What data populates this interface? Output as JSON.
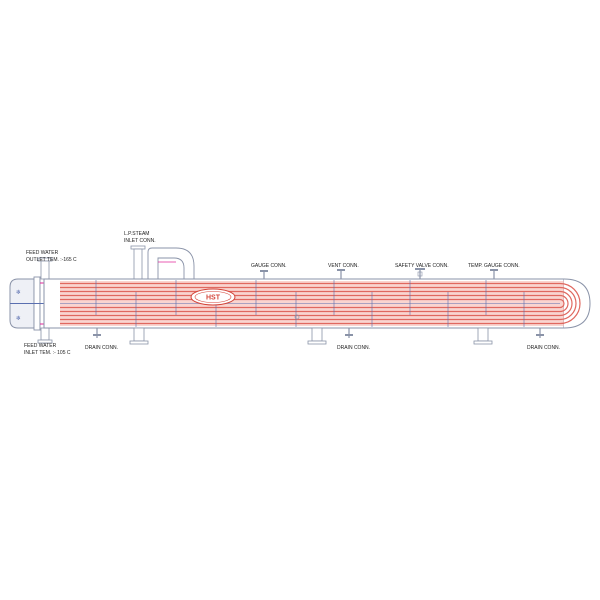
{
  "labels": {
    "steam_inlet_line1": "L.P.STEAM",
    "steam_inlet_line2": "INLET CONN.",
    "feed_outlet_line1": "FEED WATER",
    "feed_outlet_line2": "OUTLET TEM. :-165 C",
    "feed_inlet_line1": "FEED WATER",
    "feed_inlet_line2": "INLET TEM. :- 105 C",
    "gauge_conn": "GAUGE CONN.",
    "vent_conn": "VENT CONN.",
    "safety_valve_conn": "SAFETY VALVE CONN.",
    "temp_gauge_conn": "TEMP. GAUGE CONN.",
    "drain_conn_1": "DRAIN CONN.",
    "drain_conn_2": "DRAIN CONN.",
    "drain_conn_3": "DRAIN CONN."
  },
  "logo": {
    "text": "HST"
  },
  "colors": {
    "tube": "#e0685f",
    "tube_fill": "#f4b2aa",
    "outline": "#8a93a8",
    "baffle": "#5a6fb0",
    "arrow": "#e0269a",
    "label": "#222222"
  }
}
